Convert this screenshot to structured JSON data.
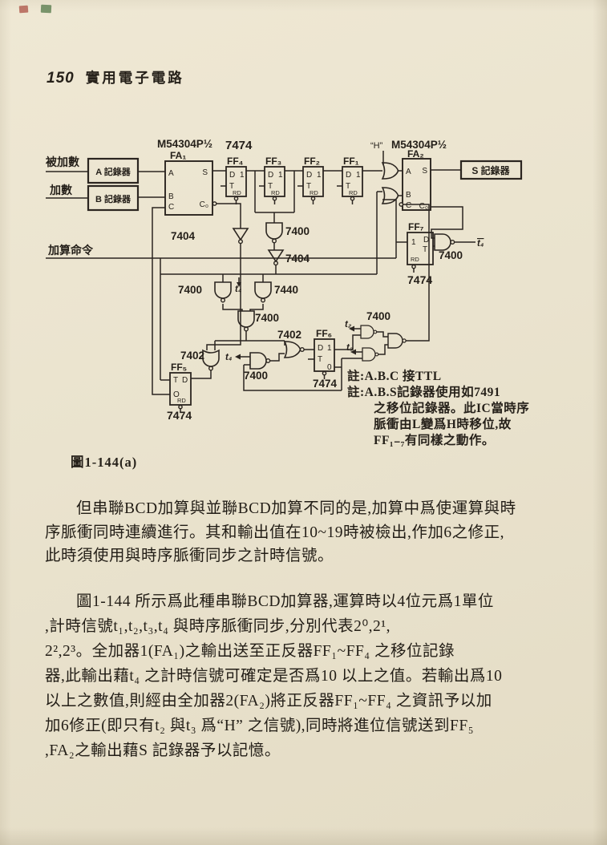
{
  "page": {
    "number": "150",
    "title": "實用電子電路"
  },
  "figure": {
    "caption": "圖1-144(a)",
    "part_left": "M54304P½",
    "part_right": "M54304P½",
    "series_7474": "7474",
    "h_level": "“H”",
    "blocks": {
      "reg_a": "A 記錄器",
      "reg_b": "B 記錄器",
      "reg_s": "S 記錄器",
      "fa1": "FA₁",
      "fa2": "FA₂",
      "ff1": "FF₁",
      "ff2": "FF₂",
      "ff3": "FF₃",
      "ff4": "FF₄",
      "ff5": "FF₅",
      "ff6": "FF₆",
      "ff7": "FF₇"
    },
    "inputs": {
      "augend": "被加數",
      "addend": "加數",
      "add_command": "加算命令"
    },
    "timing": {
      "t2": "t₂",
      "t3": "t₃",
      "t4": "t₄",
      "t4_bar": "t₄"
    },
    "gates": {
      "n7400": "7400",
      "n7402": "7402",
      "n7404": "7404",
      "n7440": "7440",
      "n7474": "7474"
    },
    "pins": {
      "a": "A",
      "b": "B",
      "c": "C",
      "s": "S",
      "co": "C₀",
      "d": "D",
      "t": "T",
      "rd": "RD",
      "one": "1",
      "zero": "0",
      "o": "O"
    },
    "notes": [
      "註:A.B.C 接TTL",
      "註:A.B.S記錄器使用如7491",
      "之移位記錄器。此IC當時序",
      "脈衝由L變爲H時移位,故",
      "FF₁₋₇有同樣之動作。"
    ]
  },
  "body": {
    "p1": [
      "但串聯BCD加算與並聯BCD加算不同的是,加算中爲使運算與時",
      "序脈衝同時連續進行。其和輸出值在10~19時被檢出,作加6之修正,",
      "此時須使用與時序脈衝同步之計時信號。"
    ],
    "p2": [
      "圖1-144 所示爲此種串聯BCD加算器,運算時以4位元爲1單位",
      ",計時信號t₁,t₂,t₃,t₄ 與時序脈衝同步,分別代表2⁰,2¹,",
      "2²,2³。全加器1(FA₁)之輸出送至正反器FF₁~FF₄ 之移位記錄",
      "器,此輸出藉t₄ 之計時信號可確定是否爲10 以上之值。若輸出爲10",
      "以上之數值,則經由全加器2(FA₂)將正反器FF₁~FF₄ 之資訊予以加",
      "加6修正(即只有t₂ 與t₃ 爲“H” 之信號),同時將進位信號送到FF₅",
      ",FA₂之輸出藉S 記錄器予以記憶。"
    ]
  }
}
